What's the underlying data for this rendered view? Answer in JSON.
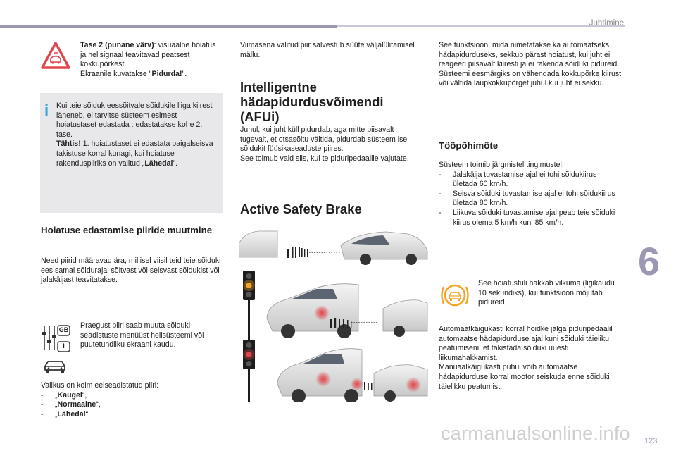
{
  "header": {
    "section": "Juhtimine"
  },
  "side_tab": {
    "number": "6"
  },
  "footer": {
    "watermark": "carmanualsonline.info",
    "page": "123"
  },
  "col1": {
    "warning_level2": {
      "lead": "Tase 2 (punane värv)",
      "text": ": visuaalne hoiatus ja helisignaal teavitavad peatsest kokkupõrkest.",
      "line2_pre": "Ekraanile kuvatakse \"",
      "line2_bold": "Pidurda!",
      "line2_post": "\"."
    },
    "info": {
      "text": "Kui teie sõiduk eessõitvale sõidukile liiga kiiresti läheneb, ei tarvitse süsteem esimest hoiatustaset edastada : edastatakse kohe 2. tase.",
      "important_lead": "Tähtis!",
      "important_text": " 1. hoiatustaset ei edastata paigalseisva takistuse korral kunagi, kui hoiatuse rakenduspiiriks on valitud „",
      "important_bold": "Lähedal",
      "important_tail": "”."
    },
    "heading_thresholds": "Hoiatuse edastamise piiride muutmine",
    "thresholds_text": "Need piirid määravad ära, millisel viisil teid teie sõiduki ees samal sõidurajal sõitvast või seisvast sõidukist või jalakäijast teavitatakse.",
    "settings_text": "Praegust piiri saab muuta sõiduki seadistuste menüüst helisüsteemi või puutetundliku ekraani kaudu.",
    "badge_gb": "GB",
    "badge_i": "I",
    "choice_intro": "Valikus on kolm eelseadistatud piiri:",
    "choices": [
      {
        "pre": "„",
        "bold": "Kaugel",
        "post": "“,"
      },
      {
        "pre": "„",
        "bold": "Normaalne",
        "post": "“,"
      },
      {
        "pre": "„",
        "bold": "Lähedal",
        "post": "“."
      }
    ]
  },
  "col2": {
    "last_selected": "Viimasena valitud piir salvestub süüte väljalülitamisel mällu.",
    "heading_afui": "Intelligentne hädapidurdusvõimendi (AFUi)",
    "afui_text1": "Juhul, kui juht küll pidurdab, aga mitte piisavalt tugevalt, et otsasõitu vältida, pidurdab süsteem ise sõidukit füüsikaseaduste piires.",
    "afui_text2": "See toimub vaid siis, kui te piduripedaalile vajutate.",
    "heading_asb": "Active Safety Brake"
  },
  "col3": {
    "intro1": "See funktsioon, mida nimetatakse ka automaatseks hädapidurduseks, sekkub pärast hoiatust, kui juht ei reageeri piisavalt kiiresti ja ei rakenda sõiduki pidureid.",
    "intro2": "Süsteemi eesmärgiks on vähendada kokkupõrke kiirust või vältida laupkokkupõrget juhul kui juht ei sekku.",
    "heading_principle": "Tööpõhimõte",
    "conditions_intro": "Süsteem toimib järgmistel tingimustel.",
    "conditions": [
      "Jalakäija tuvastamise ajal ei tohi sõidukiirus ületada 60 km/h.",
      "Seisva sõiduki tuvastamise ajal ei tohi sõidukiirus ületada 80 km/h.",
      "Liikuva sõiduki tuvastamise ajal peab teie sõiduki kiirus olema 5 km/h kuni 85 km/h."
    ],
    "lamp_text": "See hoiatustuli hakkab vilkuma (ligikaudu 10 sekundiks), kui funktsioon mõjutab pidureid.",
    "auto_gearbox": "Automaatkäigukasti korral hoidke jalga piduripedaalil automaatse hädapidurduse ajal kuni sõiduki täieliku peatumiseni, et takistada sõiduki uuesti liikumahakkamist.",
    "manual_gearbox": "Manuaalkäigukasti puhul võib automaatse hädapidurduse korral mootor seiskuda enne sõiduki täielikku peatumist."
  },
  "colors": {
    "accent": "#9c98b4",
    "info_blue": "#3aa2d8",
    "warning_red": "#e0474c",
    "amber": "#f2a527"
  },
  "icons": [
    "warning-triangle-icon",
    "info-icon",
    "settings-menu-icon",
    "car-icon",
    "brake-warning-icon"
  ]
}
